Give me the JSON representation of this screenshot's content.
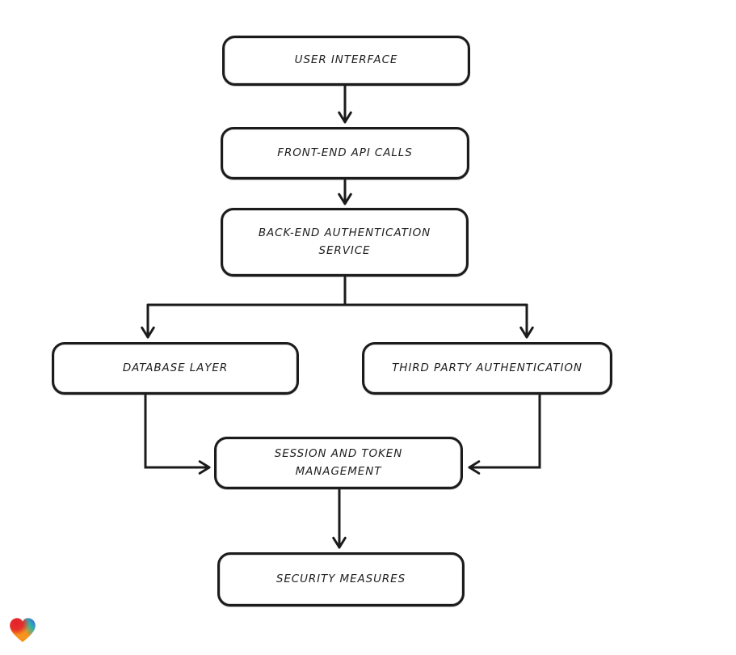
{
  "diagram": {
    "type": "flowchart",
    "style": "hand-drawn",
    "colors": {
      "stroke": "#1b1b1b",
      "node_fill": "#ffffff",
      "background": "#ffffff"
    },
    "nodes": [
      {
        "id": "user-interface",
        "label": "USER INTERFACE"
      },
      {
        "id": "front-end-api-calls",
        "label": "FRONT-END API CALLS"
      },
      {
        "id": "back-end-auth-service",
        "label": "BACK-END AUTHENTICATION SERVICE"
      },
      {
        "id": "database-layer",
        "label": "DATABASE LAYER"
      },
      {
        "id": "third-party-authentication",
        "label": "THIRD PARTY AUTHENTICATION"
      },
      {
        "id": "session-token-management",
        "label": "SESSION AND TOKEN MANAGEMENT"
      },
      {
        "id": "security-measures",
        "label": "SECURITY MEASURES"
      }
    ],
    "edges": [
      {
        "from": "user-interface",
        "to": "front-end-api-calls"
      },
      {
        "from": "front-end-api-calls",
        "to": "back-end-auth-service"
      },
      {
        "from": "back-end-auth-service",
        "to": "database-layer"
      },
      {
        "from": "back-end-auth-service",
        "to": "third-party-authentication"
      },
      {
        "from": "database-layer",
        "to": "session-token-management"
      },
      {
        "from": "third-party-authentication",
        "to": "session-token-management"
      },
      {
        "from": "session-token-management",
        "to": "security-measures"
      }
    ]
  },
  "footer": {
    "logo": {
      "name": "gradient-heart-logo",
      "colors": {
        "red": "#e4202c",
        "orange": "#f7941d",
        "teal": "#2eb3a5",
        "blue": "#3f63ea"
      }
    }
  }
}
